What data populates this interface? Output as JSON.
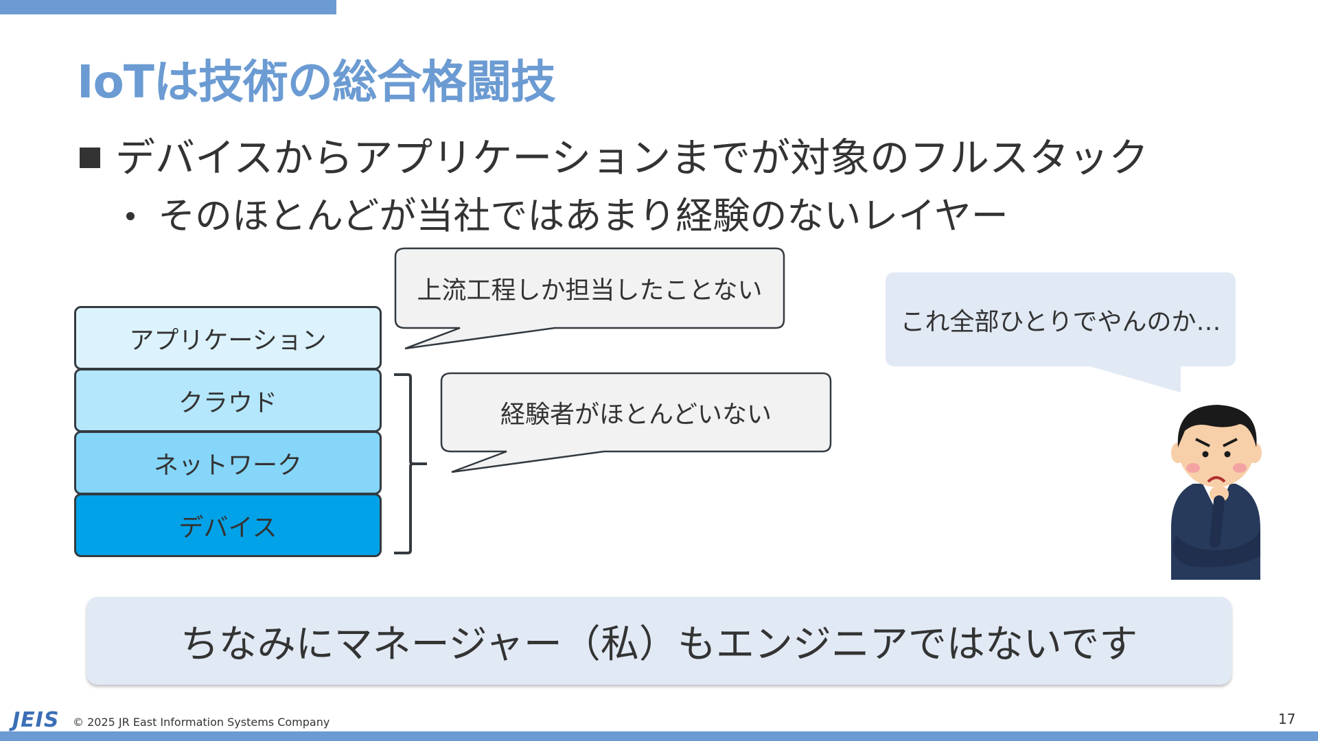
{
  "slide": {
    "title": "IoTは技術の総合格闘技",
    "bullet_main": "デバイスからアプリケーションまでが対象のフルスタック",
    "bullet_sub": "そのほとんどが当社ではあまり経験のないレイヤー"
  },
  "stack_layers": [
    {
      "label": "アプリケーション",
      "color": "#dcf3fe"
    },
    {
      "label": "クラウド",
      "color": "#b4e6fc"
    },
    {
      "label": "ネットワーク",
      "color": "#86d6f9"
    },
    {
      "label": "デバイス",
      "color": "#02a2e8"
    }
  ],
  "bubbles": {
    "upstream": "上流工程しか担当したことない",
    "experienced": "経験者がほとんどいない",
    "person": "これ全部ひとりでやんのか…"
  },
  "bottom_note": "ちなみにマネージャー（私）もエンジニアではないです",
  "footer": {
    "logo": "JEIS",
    "copyright": "© 2025 JR East Information Systems Company",
    "page_number": "17"
  },
  "colors": {
    "accent": "#6b9bd2",
    "text": "#333333",
    "note_background": "#e1e9f5"
  }
}
